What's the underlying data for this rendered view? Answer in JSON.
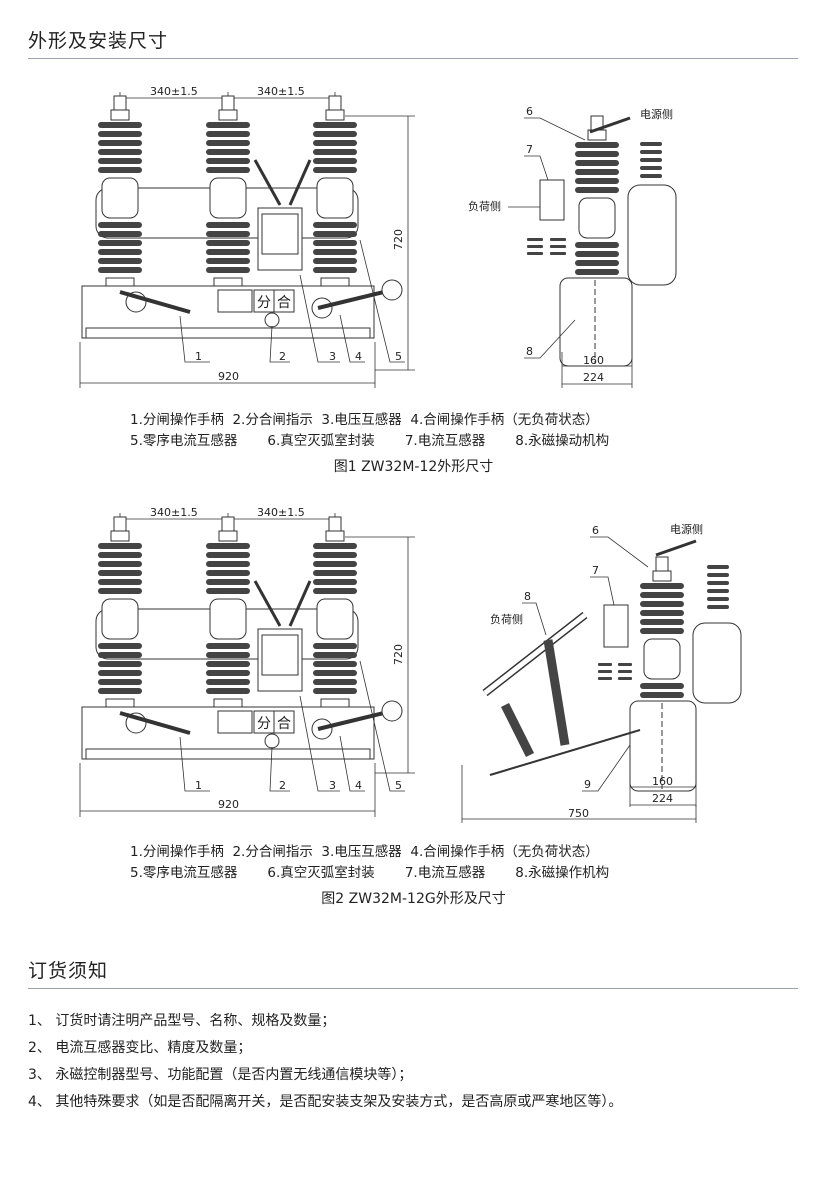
{
  "sections": {
    "dimensions_title": "外形及安装尺寸",
    "order_title": "订货须知"
  },
  "figure1": {
    "dims": {
      "w340a": "340±1.5",
      "w340b": "340±1.5",
      "h720": "720",
      "w920": "920",
      "w160": "160",
      "w224": "224"
    },
    "callouts": [
      "1",
      "2",
      "3",
      "4",
      "5",
      "6",
      "7",
      "8"
    ],
    "labels": {
      "power_side": "电源侧",
      "load_side": "负荷侧",
      "fen": "分",
      "he": "合"
    },
    "legend_line1": "1.分闸操作手柄  2.分合闸指示  3.电压互感器  4.合闸操作手柄（无负荷状态）",
    "legend_line2": "5.零序电流互感器       6.真空灭弧室封装       7.电流互感器       8.永磁操动机构",
    "caption": "图1 ZW32M-12外形尺寸"
  },
  "figure2": {
    "dims": {
      "w340a": "340±1.5",
      "w340b": "340±1.5",
      "h720": "720",
      "w920": "920",
      "w160": "160",
      "w224": "224",
      "w750": "750"
    },
    "callouts": [
      "1",
      "2",
      "3",
      "4",
      "5",
      "6",
      "7",
      "8",
      "9"
    ],
    "labels": {
      "power_side": "电源侧",
      "load_side": "负荷侧",
      "fen": "分",
      "he": "合"
    },
    "legend_line1": "1.分闸操作手柄  2.分合闸指示  3.电压互感器  4.合闸操作手柄（无负荷状态）",
    "legend_line2": "5.零序电流互感器       6.真空灭弧室封装       7.电流互感器       8.永磁操作机构",
    "caption": "图2 ZW32M-12G外形及尺寸"
  },
  "order_items": [
    "1、 订货时请注明产品型号、名称、规格及数量；",
    "2、 电流互感器变比、精度及数量；",
    "3、 永磁控制器型号、功能配置（是否内置无线通信模块等）；",
    "4、 其他特殊要求（如是否配隔离开关，是否配安装支架及安装方式，是否高原或严寒地区等）。"
  ]
}
